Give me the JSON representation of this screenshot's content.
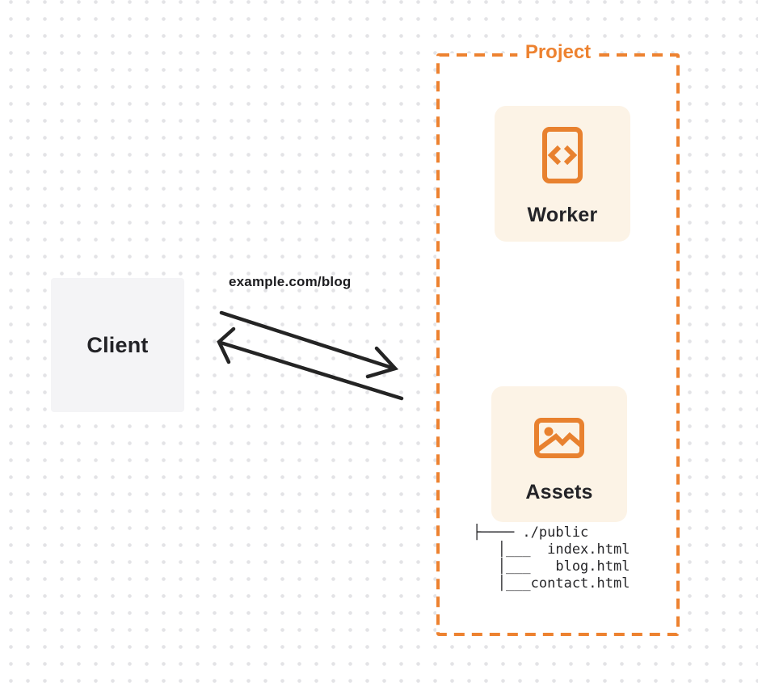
{
  "diagram": {
    "client": {
      "label": "Client"
    },
    "request_label": "example.com/blog",
    "project": {
      "title": "Project",
      "worker": {
        "label": "Worker",
        "icon": "code-document-icon"
      },
      "assets": {
        "label": "Assets",
        "icon": "image-icon",
        "file_tree_text": "├──── ./public\n   │___  index.html\n   │___   blog.html\n   │___contact.html",
        "files": [
          "./public",
          "index.html",
          "blog.html",
          "contact.html"
        ]
      }
    },
    "arrows": {
      "request_direction": "client-to-project",
      "response_direction": "project-to-client"
    },
    "colors": {
      "accent_orange": "#ed8230",
      "card_background": "#fcf3e6",
      "client_background": "#f4f4f6",
      "arrow_black": "#242424",
      "text_dark": "#232327",
      "grid_dot": "#e3e3e6"
    }
  }
}
